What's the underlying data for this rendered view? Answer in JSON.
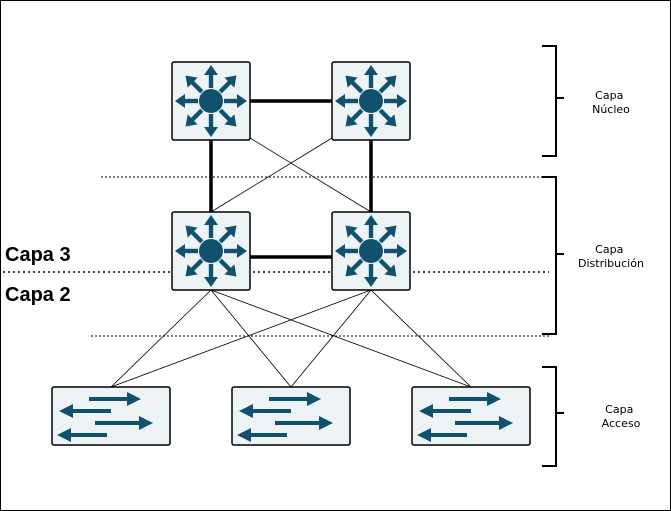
{
  "layers": {
    "core": {
      "line1": "Capa",
      "line2": "Núcleo"
    },
    "distribution": {
      "line1": "Capa",
      "line2": "Distribución"
    },
    "access": {
      "line1": "Capa",
      "line2": "Acceso"
    }
  },
  "boundary": {
    "upper": "Capa 3",
    "lower": "Capa 2"
  },
  "colors": {
    "device_fill": "#eef4f6",
    "device_icon": "#10516f",
    "link": "#000000",
    "divider": "#000000"
  },
  "devices": {
    "core": [
      "multilayer-switch",
      "multilayer-switch"
    ],
    "distribution": [
      "multilayer-switch",
      "multilayer-switch"
    ],
    "access": [
      "workgroup-switch",
      "workgroup-switch",
      "workgroup-switch"
    ]
  }
}
